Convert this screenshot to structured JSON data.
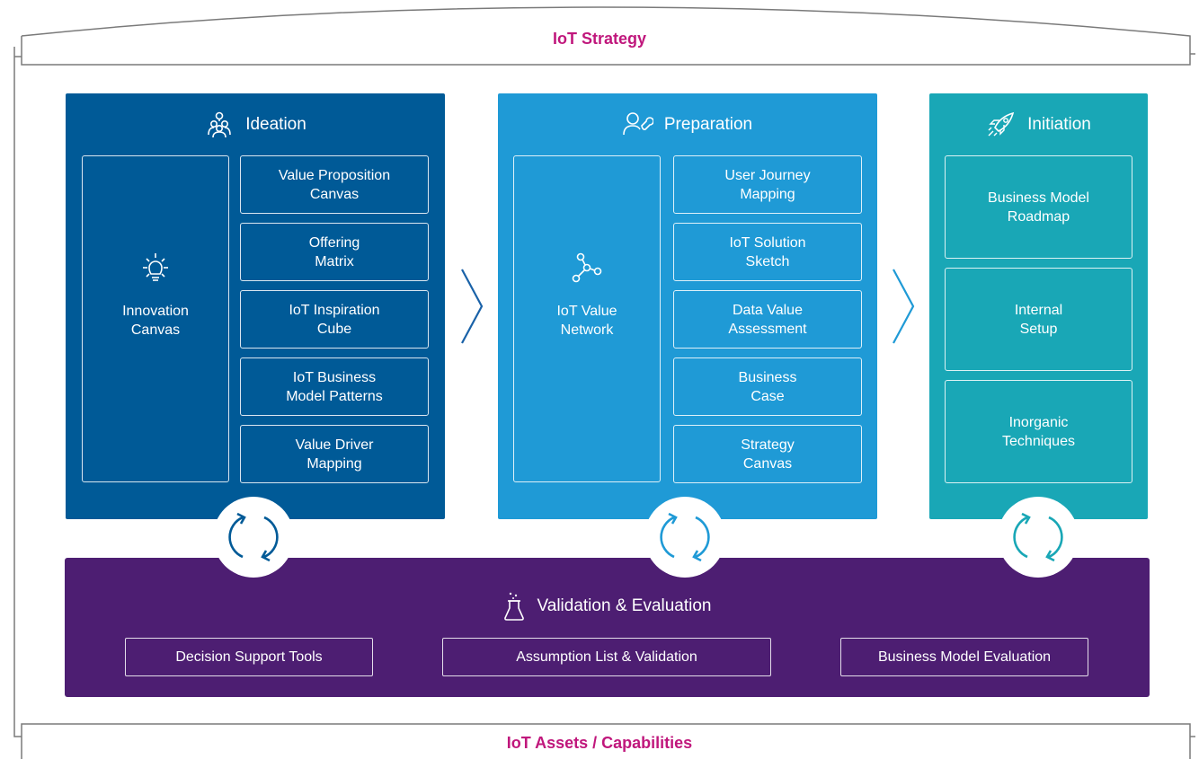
{
  "frame": {
    "top_label": "IoT Strategy",
    "bottom_label": "IoT Assets / Capabilities",
    "accent_color": "#c0177c"
  },
  "ideation": {
    "title": "Ideation",
    "color": "#005a97",
    "main": "Innovation\nCanvas",
    "items": [
      "Value Proposition\nCanvas",
      "Offering\nMatrix",
      "IoT Inspiration\nCube",
      "IoT Business\nModel Patterns",
      "Value Driver\nMapping"
    ]
  },
  "preparation": {
    "title": "Preparation",
    "color": "#1f9ad6",
    "main": "IoT Value\nNetwork",
    "items": [
      "User Journey\nMapping",
      "IoT Solution\nSketch",
      "Data Value\nAssessment",
      "Business\nCase",
      "Strategy\nCanvas"
    ]
  },
  "initiation": {
    "title": "Initiation",
    "color": "#19a7b6",
    "items": [
      "Business Model\nRoadmap",
      "Internal\nSetup",
      "Inorganic\nTechniques"
    ]
  },
  "validation": {
    "title": "Validation & Evaluation",
    "color": "#4d1e72",
    "items": [
      "Decision Support Tools",
      "Assumption List & Validation",
      "Business Model Evaluation"
    ]
  }
}
